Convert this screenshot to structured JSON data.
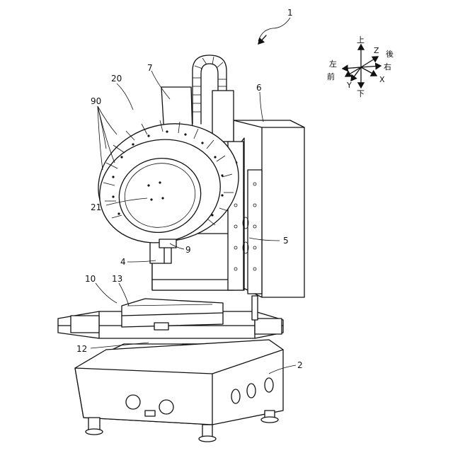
{
  "labels": {
    "fig": "1",
    "drum_ref": "20",
    "tools": "90",
    "cover": "7",
    "column_cover": "6",
    "face": "21",
    "rail": "5",
    "bracket": "9",
    "column": "4",
    "table_ref": "10",
    "pallet": "13",
    "saddle": "12",
    "bed": "2"
  },
  "axes": {
    "up": "上",
    "down": "下",
    "left": "左",
    "right": "右",
    "front": "前",
    "back": "後",
    "x": "X",
    "y": "Y",
    "z": "Z"
  }
}
